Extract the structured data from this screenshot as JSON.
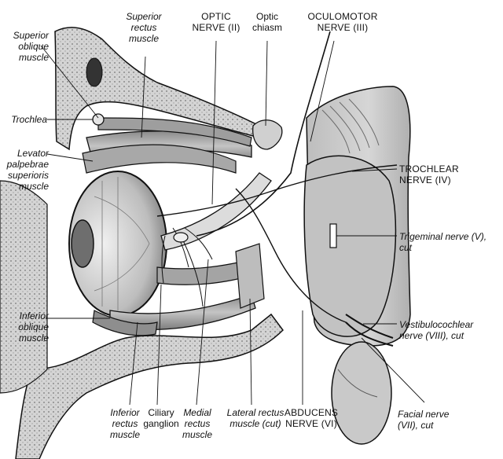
{
  "labels": {
    "superior_oblique": [
      "Superior",
      "oblique",
      "muscle"
    ],
    "superior_rectus": [
      "Superior",
      "rectus",
      "muscle"
    ],
    "optic_nerve": [
      "OPTIC",
      "NERVE (II)"
    ],
    "optic_chiasm": [
      "Optic",
      "chiasm"
    ],
    "oculomotor": [
      "OCULOMOTOR",
      "NERVE (III)"
    ],
    "trochlea": [
      "Trochlea"
    ],
    "levator": [
      "Levator",
      "palpebrae",
      "superioris",
      "muscle"
    ],
    "trochlear_nerve": [
      "TROCHLEAR",
      "NERVE (IV)"
    ],
    "trigeminal": [
      "Trigeminal nerve (V),",
      "cut"
    ],
    "inferior_oblique": [
      "Inferior",
      "oblique",
      "muscle"
    ],
    "vestibulocochlear": [
      "Vestibulocochlear",
      "nerve (VIII), cut"
    ],
    "inferior_rectus": [
      "Inferior",
      "rectus",
      "muscle"
    ],
    "ciliary_ganglion": [
      "Ciliary",
      "ganglion"
    ],
    "medial_rectus": [
      "Medial",
      "rectus",
      "muscle"
    ],
    "lateral_rectus": [
      "Lateral rectus",
      "muscle (cut)"
    ],
    "abducens": [
      "ABDUCENS",
      "NERVE (VI)"
    ],
    "facial_nerve": [
      "Facial nerve",
      "(VII), cut"
    ]
  },
  "colors": {
    "ink": "#111111",
    "bone": "#d9d9d9",
    "bone_dark": "#9a9a9a",
    "tissue": "#c8c8c8",
    "muscle": "#b5b5b5",
    "brain": "#cfcfcf",
    "nerve": "#e8e8e8",
    "background": "#ffffff"
  }
}
